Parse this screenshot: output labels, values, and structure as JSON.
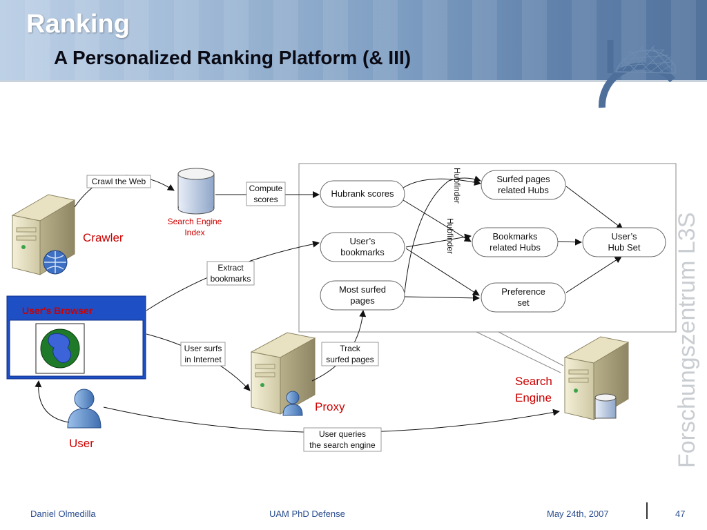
{
  "header": {
    "title": "Ranking",
    "subtitle": "A Personalized Ranking Platform (& III)"
  },
  "brand": {
    "vertical_text": "Forschungszentrum L3S"
  },
  "diagram": {
    "crawler_label": "Crawler",
    "index_label_line1": "Search Engine",
    "index_label_line2": "Index",
    "browser_title": "User's Browser",
    "user_label": "User",
    "proxy_label": "Proxy",
    "search_engine_line1": "Search",
    "search_engine_line2": "Engine",
    "edge_crawl": "Crawl the Web",
    "edge_compute_line1": "Compute",
    "edge_compute_line2": "scores",
    "edge_extract_line1": "Extract",
    "edge_extract_line2": "bookmarks",
    "edge_surfs_line1": "User surfs",
    "edge_surfs_line2": "in Internet",
    "edge_track_line1": "Track",
    "edge_track_line2": "surfed pages",
    "edge_queries_line1": "User queries",
    "edge_queries_line2": "the search engine",
    "hubfinder_1": "Hubfinder",
    "hubfinder_2": "Hubfinder",
    "node_hubrank": "Hubrank scores",
    "node_bookmarks_line1": "User’s",
    "node_bookmarks_line2": "bookmarks",
    "node_surfed_line1": "Most surfed",
    "node_surfed_line2": "pages",
    "node_surfed_hubs_line1": "Surfed pages",
    "node_surfed_hubs_line2": "related Hubs",
    "node_bookmark_hubs_line1": "Bookmarks",
    "node_bookmark_hubs_line2": "related Hubs",
    "node_preference_line1": "Preference",
    "node_preference_line2": "set",
    "node_hubset_line1": "User’s",
    "node_hubset_line2": "Hub Set"
  },
  "footer": {
    "author": "Daniel Olmedilla",
    "event": "UAM PhD Defense",
    "date": "May 24th, 2007",
    "page": "47"
  },
  "colors": {
    "label_red": "#cc0000",
    "footer_blue": "#2a4d8f",
    "browser_blue": "#1f4fc4"
  }
}
